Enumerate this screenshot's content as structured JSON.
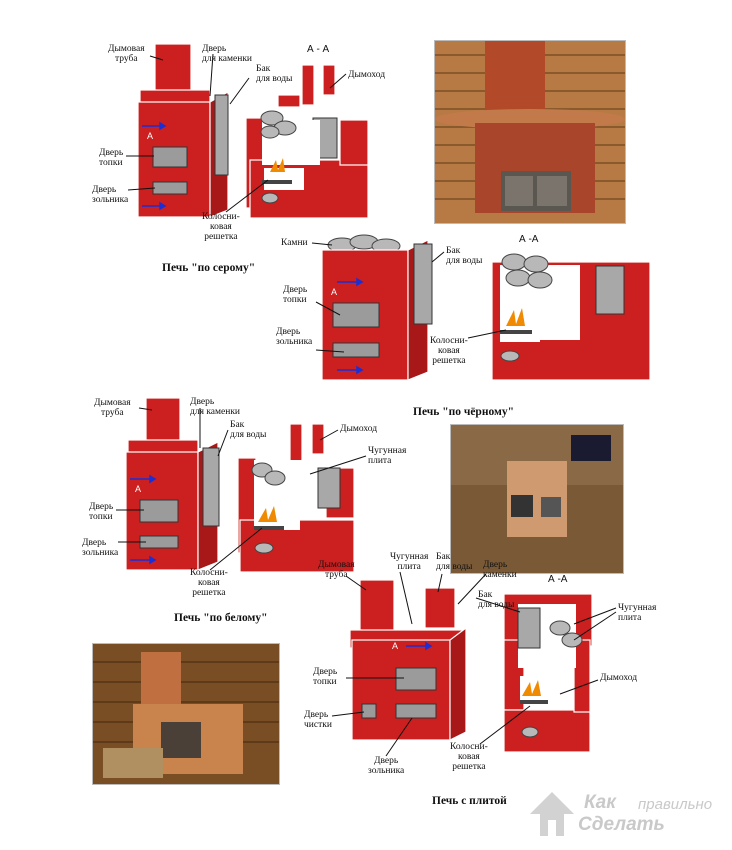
{
  "colors": {
    "brick": "#cc1f1f",
    "mortar": "#ffffff",
    "shade": "#8f1010",
    "metal": "#9b9b9b",
    "arrow": "#1a2fd6"
  },
  "section1": {
    "label_chimney": "Дымовая\nтруба",
    "label_stone_door": "Дверь\nдля каменки",
    "label_water_tank": "Бак\nдля воды",
    "label_section": "А - А",
    "label_flue": "Дымоход",
    "label_firebox_door": "Дверь\nтопки",
    "label_ash_door": "Дверь\nзольника",
    "label_grate": "Колосни-\nковая\nрешетка",
    "mark_a": "А"
  },
  "section2": {
    "caption": "Печь \"по серому\"",
    "label_stones": "Камни",
    "label_water_tank": "Бак\nдля воды",
    "label_section": "А -А",
    "label_firebox_door": "Дверь\nтопки",
    "label_ash_door": "Дверь\nзольника",
    "label_grate": "Колосни-\nковая\nрешетка",
    "mark_a": "А"
  },
  "section3": {
    "caption_black": "Печь \"по чёрному\"",
    "caption_white": "Печь \"по белому\"",
    "label_chimney": "Дымовая\nтруба",
    "label_stone_door": "Дверь\nдля каменки",
    "label_water_tank": "Бак\nдля воды",
    "label_flue": "Дымоход",
    "label_cast_plate": "Чугунная\nплита",
    "label_firebox_door": "Дверь\nтопки",
    "label_ash_door": "Дверь\nзольника",
    "label_grate": "Колосни-\nковая\nрешетка",
    "mark_a": "А"
  },
  "section4": {
    "caption": "Печь с плитой",
    "label_chimney": "Дымовая\nтруба",
    "label_cast_plate": "Чугунная\nплита",
    "label_water_tank": "Бак\nдля воды",
    "label_stone_door": "Дверь\nкаменки",
    "label_section": "А -А",
    "label_water_tank2": "Бак\nдля воды",
    "label_cast_plate2": "Чугунная\nплита",
    "label_flue": "Дымоход",
    "label_firebox_door": "Дверь\nтопки",
    "label_cleaning_door": "Дверь\nчистки",
    "label_ash_door": "Дверь\nзольника",
    "label_grate": "Колосни-\nковая\nрешетка",
    "mark_a": "А"
  },
  "watermark": {
    "line1": "Как",
    "line2": "правильно",
    "line3": "Сделать"
  }
}
